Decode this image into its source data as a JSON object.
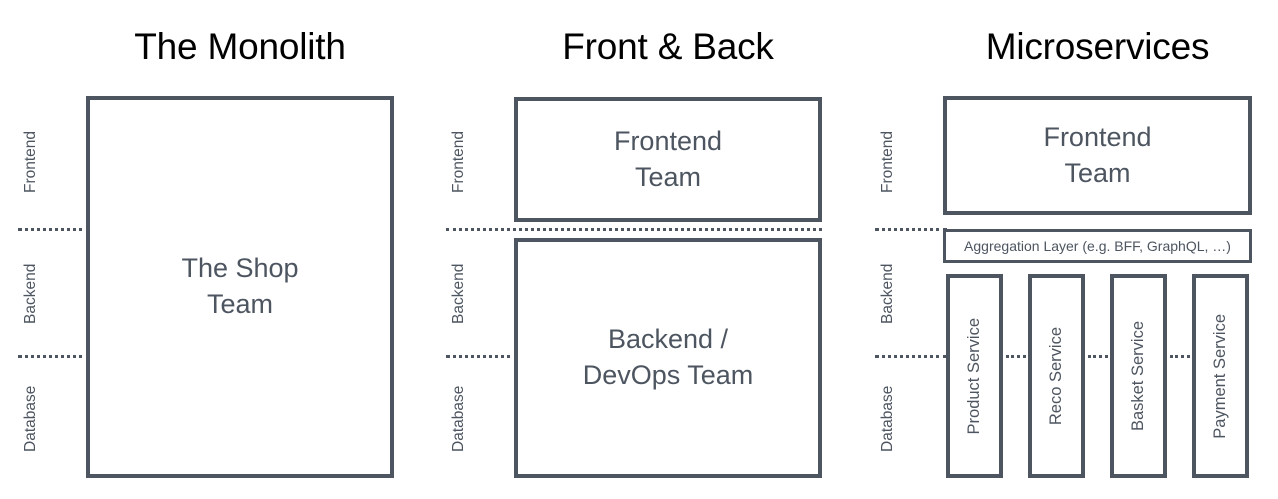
{
  "diagram": {
    "title_color": "#000000",
    "accent_color": "#4d5560",
    "background_color": "#ffffff",
    "axis_layers": [
      "Frontend",
      "Backend",
      "Database"
    ]
  },
  "panels": [
    {
      "id": "monolith",
      "title": "The Monolith",
      "axis": {
        "frontend": "Frontend",
        "backend": "Backend",
        "database": "Database"
      },
      "boxes": [
        {
          "id": "shop-team",
          "label": "The Shop\nTeam"
        }
      ]
    },
    {
      "id": "front-and-back",
      "title": "Front & Back",
      "axis": {
        "frontend": "Frontend",
        "backend": "Backend",
        "database": "Database"
      },
      "boxes": [
        {
          "id": "frontend-team",
          "label": "Frontend\nTeam"
        },
        {
          "id": "backend-devops-team",
          "label": "Backend /\nDevOps Team"
        }
      ]
    },
    {
      "id": "microservices",
      "title": "Microservices",
      "axis": {
        "frontend": "Frontend",
        "backend": "Backend",
        "database": "Database"
      },
      "boxes": [
        {
          "id": "frontend-team",
          "label": "Frontend\nTeam"
        },
        {
          "id": "aggregation-layer",
          "label": "Aggregation Layer (e.g. BFF, GraphQL, …)"
        }
      ],
      "services": [
        {
          "id": "product-service",
          "label": "Product Service"
        },
        {
          "id": "reco-service",
          "label": "Reco Service"
        },
        {
          "id": "basket-service",
          "label": "Basket Service"
        },
        {
          "id": "payment-service",
          "label": "Payment Service"
        }
      ]
    }
  ]
}
